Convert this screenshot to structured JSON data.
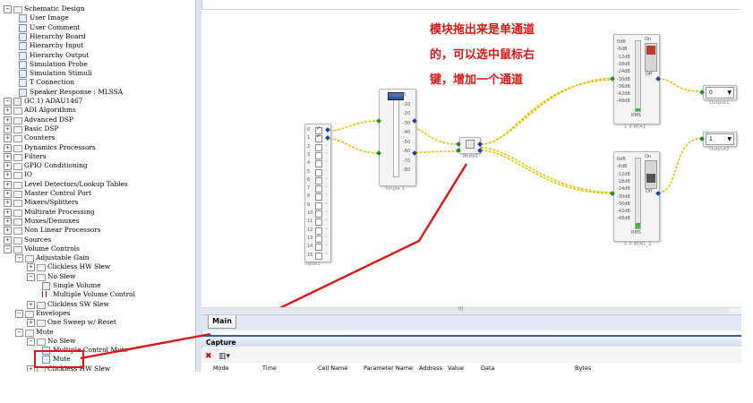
{
  "tree": {
    "items": [
      {
        "label": "Schematic Design",
        "indent": 0,
        "icon": "folder",
        "expander": "-"
      },
      {
        "label": "User Image",
        "indent": 1,
        "icon": "image"
      },
      {
        "label": "User Comment",
        "indent": 1,
        "icon": "comment"
      },
      {
        "label": "Hierarchy Board",
        "indent": 1,
        "icon": "board"
      },
      {
        "label": "Hierarchy Input",
        "indent": 1,
        "icon": "input"
      },
      {
        "label": "Hierarchy Output",
        "indent": 1,
        "icon": "output"
      },
      {
        "label": "Simulation Probe",
        "indent": 1,
        "icon": "probe"
      },
      {
        "label": "Simulation Stimuli",
        "indent": 1,
        "icon": "stimuli"
      },
      {
        "label": "T Connection",
        "indent": 1,
        "icon": "t-connection"
      },
      {
        "label": "Speaker Response : MLSSA",
        "indent": 1,
        "icon": "speaker"
      },
      {
        "label": "(IC 1) ADAU1467",
        "indent": 0,
        "icon": "chip",
        "expander": "-"
      },
      {
        "label": "ADI Algorithms",
        "indent": 0,
        "icon": "folder",
        "expander": "+"
      },
      {
        "label": "Advanced DSP",
        "indent": 0,
        "icon": "folder",
        "expander": "+"
      },
      {
        "label": "Basic DSP",
        "indent": 0,
        "icon": "folder",
        "expander": "+"
      },
      {
        "label": "Counters",
        "indent": 0,
        "icon": "folder",
        "expander": "+"
      },
      {
        "label": "Dynamics Processors",
        "indent": 0,
        "icon": "folder",
        "expander": "+"
      },
      {
        "label": "Filters",
        "indent": 0,
        "icon": "folder",
        "expander": "+"
      },
      {
        "label": "GPIO Conditioning",
        "indent": 0,
        "icon": "folder",
        "expander": "+"
      },
      {
        "label": "IO",
        "indent": 0,
        "icon": "folder",
        "expander": "+"
      },
      {
        "label": "Level Detectors/Lookup Tables",
        "indent": 0,
        "icon": "folder",
        "expander": "+"
      },
      {
        "label": "Master Control Port",
        "indent": 0,
        "icon": "folder",
        "expander": "+"
      },
      {
        "label": "Mixers/Splitters",
        "indent": 0,
        "icon": "folder",
        "expander": "+"
      },
      {
        "label": "Multirate Processing",
        "indent": 0,
        "icon": "folder",
        "expander": "+"
      },
      {
        "label": "Muxes/Demuxes",
        "indent": 0,
        "icon": "folder",
        "expander": "+"
      },
      {
        "label": "Non Linear Processors",
        "indent": 0,
        "icon": "folder",
        "expander": "+"
      },
      {
        "label": "Sources",
        "indent": 0,
        "icon": "folder",
        "expander": "+"
      },
      {
        "label": "Volume Controls",
        "indent": 0,
        "icon": "folder",
        "expander": "-"
      },
      {
        "label": "Adjustable Gain",
        "indent": 1,
        "icon": "folder",
        "expander": "-"
      },
      {
        "label": "Clickless HW Slew",
        "indent": 2,
        "icon": "folder",
        "expander": "+"
      },
      {
        "label": "No Slew",
        "indent": 2,
        "icon": "folder",
        "expander": "-"
      },
      {
        "label": "Single Volume",
        "indent": 3,
        "icon": "volume"
      },
      {
        "label": "Multiple Volume Control",
        "indent": 3,
        "icon": "multi-volume"
      },
      {
        "label": "Clickless SW Slew",
        "indent": 2,
        "icon": "folder",
        "expander": "+"
      },
      {
        "label": "Envelopes",
        "indent": 1,
        "icon": "folder",
        "expander": "-"
      },
      {
        "label": "One Sweep w/ Reset",
        "indent": 2,
        "icon": "folder",
        "expander": "+"
      },
      {
        "label": "Mute",
        "indent": 1,
        "icon": "folder",
        "expander": "-"
      },
      {
        "label": "No Slew",
        "indent": 2,
        "icon": "folder",
        "expander": "-"
      },
      {
        "label": "Multiple Control Mute",
        "indent": 3,
        "icon": "multi-mute"
      },
      {
        "label": "Mute",
        "indent": 3,
        "icon": "mute"
      },
      {
        "label": "Clickless HW Slew",
        "indent": 2,
        "icon": "folder",
        "expander": "+"
      }
    ]
  },
  "canvas": {
    "input_block": {
      "label": "Input1",
      "channels": [
        "0",
        "1",
        "2",
        "3",
        "4",
        "5",
        "6",
        "7",
        "8",
        "9",
        "10",
        "11",
        "12",
        "13",
        "14",
        "15"
      ],
      "checked": [
        true,
        true,
        false,
        false,
        false,
        false,
        false,
        false,
        false,
        false,
        false,
        false,
        false,
        false,
        false,
        false
      ]
    },
    "single_block": {
      "label": "Single 1",
      "scale": [
        "0",
        "-10",
        "-20",
        "-30",
        "-40",
        "-50",
        "-60",
        "-70",
        "-80"
      ]
    },
    "mute_block": {
      "label": "Mute1"
    },
    "rta_blocks": [
      {
        "label": "1 X RTA1",
        "scale": [
          "0dB",
          "-6dB",
          "-12dB",
          "-18dB",
          "-24dB",
          "-30dB",
          "-36dB",
          "-42dB",
          "-48dB"
        ],
        "footer": "RMS",
        "on": "On",
        "off": "Off",
        "level": 0.04
      },
      {
        "label": "1 X RTA1_2",
        "scale": [
          "0dB",
          "-6dB",
          "-12dB",
          "-18dB",
          "-24dB",
          "-30dB",
          "-36dB",
          "-42dB",
          "-48dB"
        ],
        "footer": "RMS",
        "on": "On",
        "off": "Off",
        "level": 0.08
      }
    ],
    "outputs": [
      {
        "label": "Output1",
        "value": "0"
      },
      {
        "label": "Output2",
        "value": "1"
      }
    ]
  },
  "annotation": {
    "lines": [
      "模块拖出来是单通道",
      "的，可以选中鼠标右",
      "键，增加一个通道"
    ],
    "color": "#e01515"
  },
  "tabs": {
    "main": "Main"
  },
  "scroll_grip": "|||",
  "capture": {
    "title": "Capture",
    "columns": [
      "Mode",
      "Time",
      "Cell Name",
      "Parameter Name",
      "Address",
      "Value",
      "Data",
      "Bytes"
    ]
  },
  "colors": {
    "wire": "#e5c400",
    "pin_in": "#1a8a2f",
    "pin_out": "#1b3fa8",
    "accent": "#2f5d94"
  }
}
